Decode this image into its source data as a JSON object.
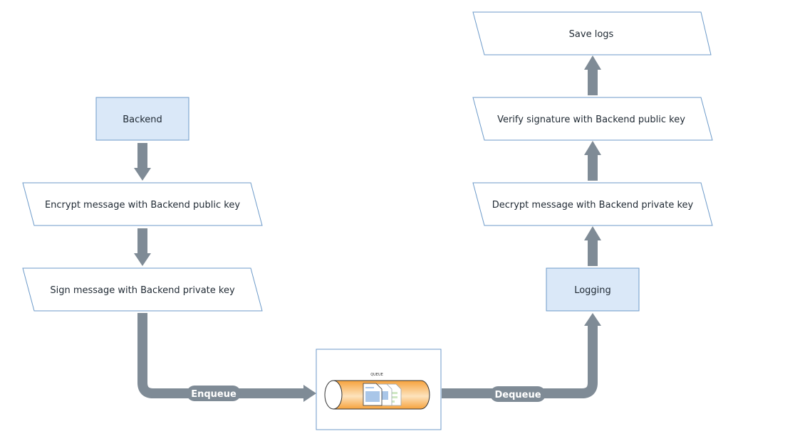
{
  "colors": {
    "arrow": "#7f8b96",
    "process_fill": "#dae8f8",
    "process_stroke": "#6c9ac9",
    "io_fill": "#ffffff",
    "io_stroke": "#6c9ac9",
    "queue_orange": "#f6a23c",
    "queue_light": "#fde3bd",
    "label_fill": "#7f8b96",
    "label_text": "#ffffff"
  },
  "nodes": {
    "backend": {
      "label": "Backend"
    },
    "encrypt": {
      "label": "Encrypt message with Backend public key"
    },
    "sign": {
      "label": "Sign message with Backend private key"
    },
    "logging": {
      "label": "Logging"
    },
    "decrypt": {
      "label": "Decrypt message with Backend private key"
    },
    "verify": {
      "label": "Verify signature with Backend public key"
    },
    "save_logs": {
      "label": "Save logs"
    },
    "queue": {
      "title": "QUEUE",
      "icon": "message-queue-icon"
    }
  },
  "edges": {
    "enqueue": {
      "label": "Enqueue"
    },
    "dequeue": {
      "label": "Dequeue"
    }
  }
}
